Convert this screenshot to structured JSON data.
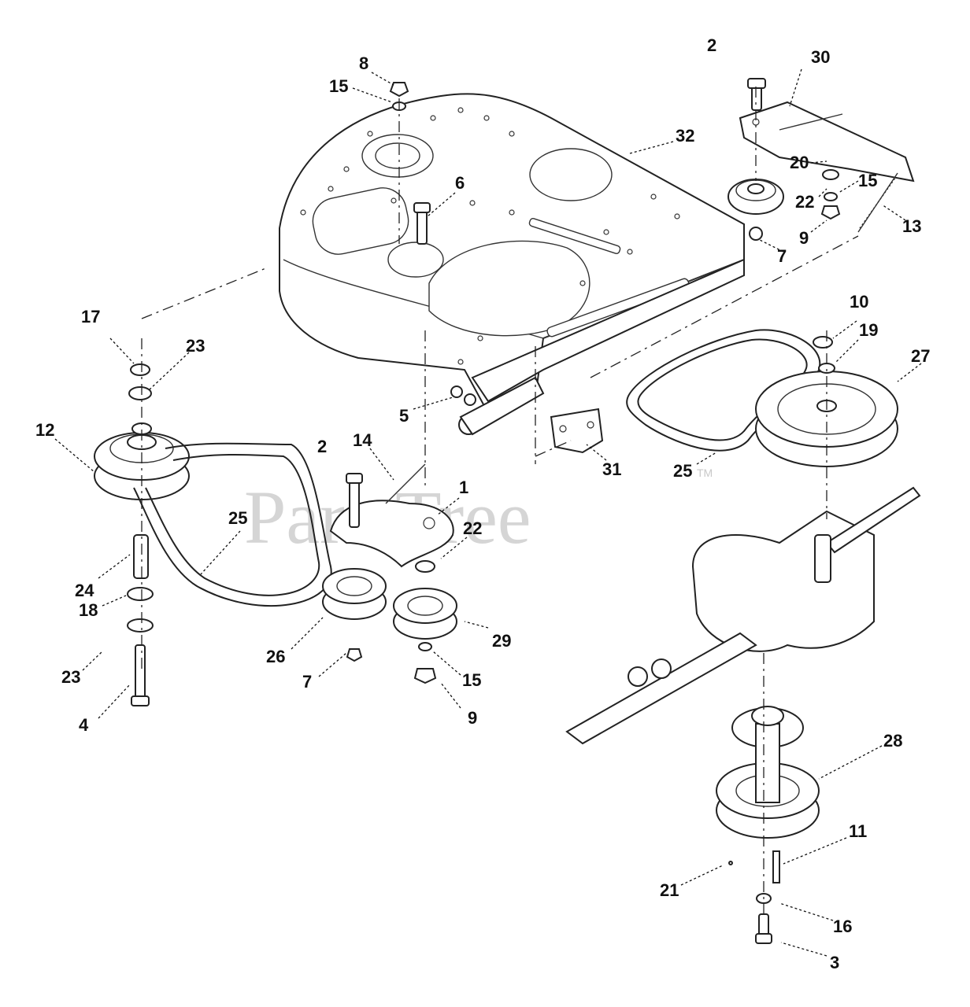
{
  "watermark": {
    "text": "PartsTree",
    "tm": "TM"
  },
  "callouts": [
    {
      "id": "c2a",
      "text": "2"
    },
    {
      "id": "c30",
      "text": "30"
    },
    {
      "id": "c8",
      "text": "8"
    },
    {
      "id": "c15a",
      "text": "15"
    },
    {
      "id": "c32",
      "text": "32"
    },
    {
      "id": "c20",
      "text": "20"
    },
    {
      "id": "c15b",
      "text": "15"
    },
    {
      "id": "c22a",
      "text": "22"
    },
    {
      "id": "c13",
      "text": "13"
    },
    {
      "id": "c9a",
      "text": "9"
    },
    {
      "id": "c7a",
      "text": "7"
    },
    {
      "id": "c6",
      "text": "6"
    },
    {
      "id": "c17",
      "text": "17"
    },
    {
      "id": "c23a",
      "text": "23"
    },
    {
      "id": "c10",
      "text": "10"
    },
    {
      "id": "c19",
      "text": "19"
    },
    {
      "id": "c27",
      "text": "27"
    },
    {
      "id": "c12",
      "text": "12"
    },
    {
      "id": "c5",
      "text": "5"
    },
    {
      "id": "c2b",
      "text": "2"
    },
    {
      "id": "c14",
      "text": "14"
    },
    {
      "id": "c31",
      "text": "31"
    },
    {
      "id": "c25a",
      "text": "25"
    },
    {
      "id": "c1",
      "text": "1"
    },
    {
      "id": "c25b",
      "text": "25"
    },
    {
      "id": "c22b",
      "text": "22"
    },
    {
      "id": "c24",
      "text": "24"
    },
    {
      "id": "c18",
      "text": "18"
    },
    {
      "id": "c26",
      "text": "26"
    },
    {
      "id": "c29",
      "text": "29"
    },
    {
      "id": "c23b",
      "text": "23"
    },
    {
      "id": "c7b",
      "text": "7"
    },
    {
      "id": "c15c",
      "text": "15"
    },
    {
      "id": "c9b",
      "text": "9"
    },
    {
      "id": "c4",
      "text": "4"
    },
    {
      "id": "c28",
      "text": "28"
    },
    {
      "id": "c11",
      "text": "11"
    },
    {
      "id": "c21",
      "text": "21"
    },
    {
      "id": "c16",
      "text": "16"
    },
    {
      "id": "c3",
      "text": "3"
    }
  ]
}
